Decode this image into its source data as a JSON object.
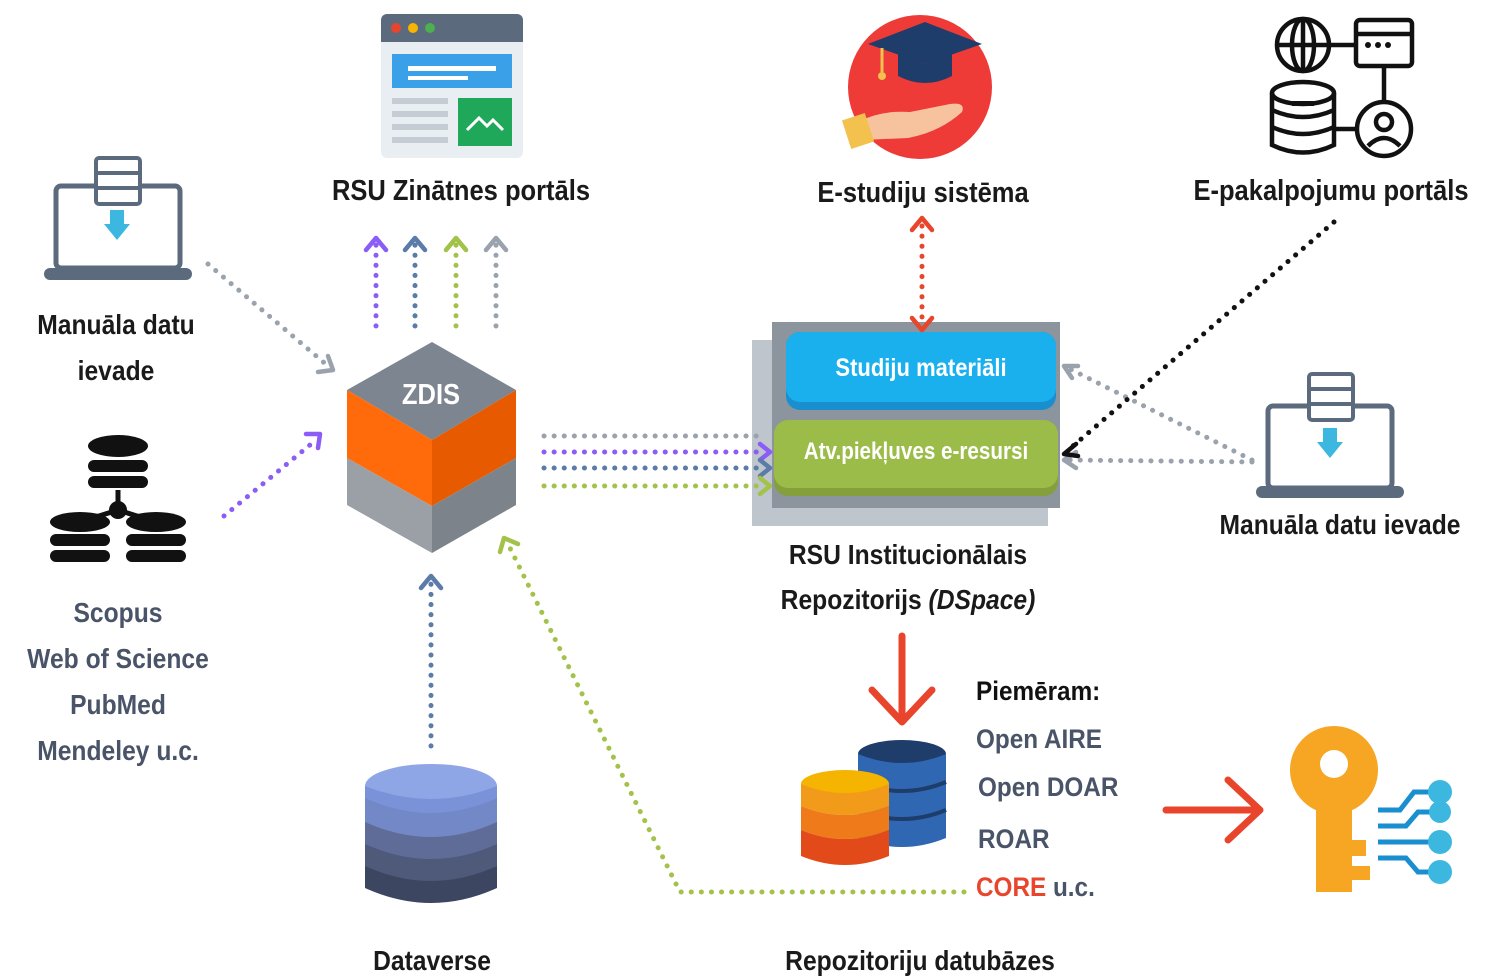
{
  "nodes": {
    "zdis": "ZDIS",
    "science_portal": "RSU Zinātnes portāls",
    "estudies": "E-studiju sistēma",
    "eservices": "E-pakalpojumu portāls",
    "manual_entry_left": [
      "Manuāla datu",
      "ievade"
    ],
    "manual_entry_right": "Manuāla datu ievade",
    "external_sources": [
      "Scopus",
      "Web of Science",
      "PubMed",
      "Mendeley u.c."
    ],
    "dataverse": "Dataverse",
    "repository_title": [
      "RSU Institucionālais",
      "Repozitorijs"
    ],
    "repository_software": "(DSpace)",
    "study_materials": "Studiju materiāli",
    "open_access": "Atv.piekļuves e-resursi",
    "repo_databases": "Repozitoriju datubāzes",
    "example_heading": "Piemēram:",
    "examples": [
      "Open AIRE",
      "Open DOAR",
      "ROAR"
    ],
    "core_name": "CORE",
    "core_suffix": " u.c."
  },
  "colors": {
    "purple": "#8b5cf6",
    "blue": "#5b7ba8",
    "green": "#a3c24a",
    "gray": "#9aa3ad",
    "red_accent": "#e8452c",
    "orange": "#ff6b0a",
    "cyan": "#1ab0ee",
    "olive": "#9cbc4a",
    "slate_text": "#4a5468"
  }
}
